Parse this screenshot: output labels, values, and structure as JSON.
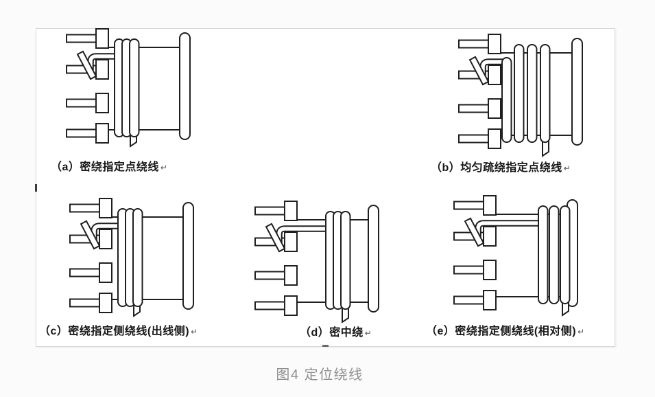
{
  "page": {
    "caption": "图4  定位绕线"
  },
  "figures": [
    {
      "id": "a",
      "label": "（a）密绕指定点绕线",
      "eol": "↵",
      "winding_style": "dense-at-point"
    },
    {
      "id": "b",
      "label": "（b）均匀疏绕指定点绕线",
      "eol": "↵",
      "winding_style": "uniform-sparse-at-point"
    },
    {
      "id": "c",
      "label": "（c）密绕指定侧绕线(出线侧)",
      "eol": "↵",
      "winding_style": "dense-at-side-outlet"
    },
    {
      "id": "d",
      "label": "（d）密中绕",
      "eol": "↵",
      "winding_style": "dense-at-middle"
    },
    {
      "id": "e",
      "label": "（e）密绕指定侧绕线(相对侧)",
      "eol": "↵",
      "winding_style": "dense-at-side-opposite"
    }
  ],
  "colors": {
    "line": "#1f1f1f",
    "label_text": "#161616",
    "caption_text": "#8f8f8f",
    "panel_border": "#d8d8d8",
    "panel_bg": "#ffffff",
    "page_bg": "#fbfbfb"
  }
}
